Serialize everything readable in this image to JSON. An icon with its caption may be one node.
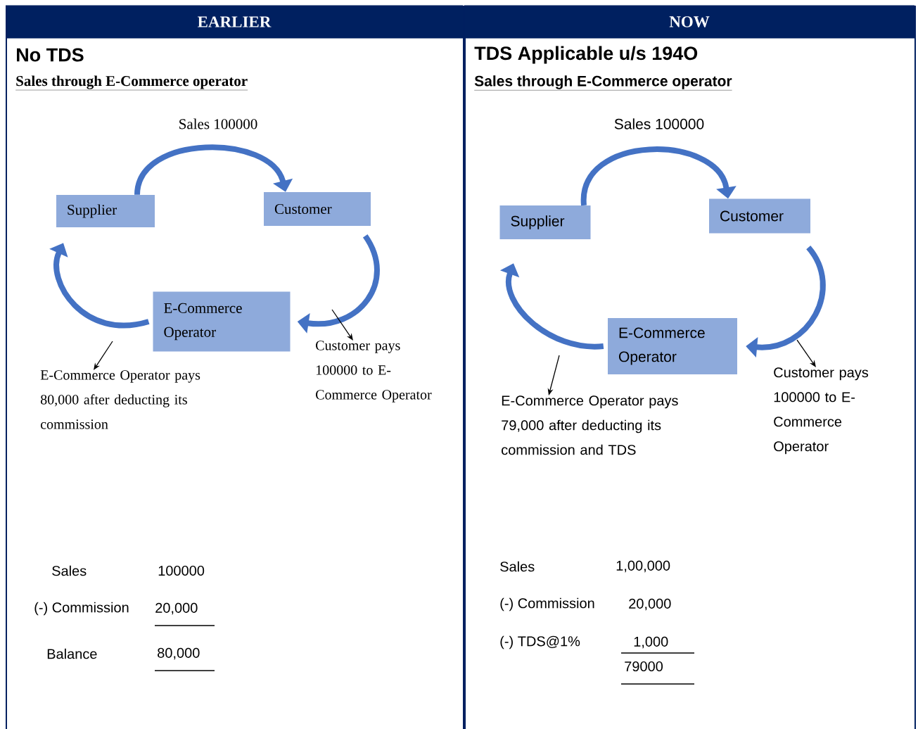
{
  "diagram": {
    "nodes": [
      {
        "text": [
          "EARLIER",
          "No TDS",
          "Sales through E-Commerce operator"
        ]
      },
      {
        "text": [
          "Supplier"
        ],
        "in": 0
      },
      {
        "text": [
          "Customer"
        ],
        "in": 0
      },
      {
        "text": [
          "E-Commerce Operator"
        ],
        "in": 0
      },
      {
        "text": [
          "E-Commerce Operator pays 80,000 after deducting its commission"
        ],
        "in": 0
      },
      {
        "text": [
          "Customer pays 100000 to E-Commerce Operator"
        ],
        "in": 0
      },
      {
        "text": [
          "NOW",
          "TDS Applicable u/s 194O",
          "Sales through E-Commerce operator"
        ]
      },
      {
        "text": [
          "Supplier"
        ],
        "in": 6
      },
      {
        "text": [
          "Customer"
        ],
        "in": 6
      },
      {
        "text": [
          "E-Commerce Operator"
        ],
        "in": 6
      },
      {
        "text": [
          "E-Commerce Operator pays 79,000 after deducting its commission and TDS"
        ],
        "in": 6
      },
      {
        "text": [
          "Customer pays 100000 to E-Commerce Operator"
        ],
        "in": 6
      }
    ],
    "edges": [
      {
        "from": 1,
        "to": 2,
        "arrow": "to",
        "label": "Sales 100000"
      },
      {
        "from": 2,
        "to": 3,
        "arrow": "to"
      },
      {
        "from": 3,
        "to": 1,
        "arrow": "to"
      },
      {
        "from": null,
        "to": 4,
        "arrow": "to",
        "color": "#000000"
      },
      {
        "from": null,
        "to": 5,
        "arrow": "to",
        "color": "#000000"
      },
      {
        "from": 7,
        "to": 8,
        "arrow": "to",
        "label": "Sales 100000"
      },
      {
        "from": 8,
        "to": 9,
        "arrow": "to"
      },
      {
        "from": 9,
        "to": 7,
        "arrow": "to"
      },
      {
        "from": null,
        "to": 10,
        "arrow": "to",
        "color": "#000000"
      },
      {
        "from": null,
        "to": 11,
        "arrow": "to",
        "color": "#000000"
      }
    ],
    "labels": [
      "Sales",
      "100000",
      "(-) Commission",
      "20,000",
      "Balance",
      "80,000",
      "Sales",
      "1,00,000",
      "(-) Commission",
      "20,000",
      "(-) TDS@1%",
      "1,000",
      "79000"
    ]
  }
}
